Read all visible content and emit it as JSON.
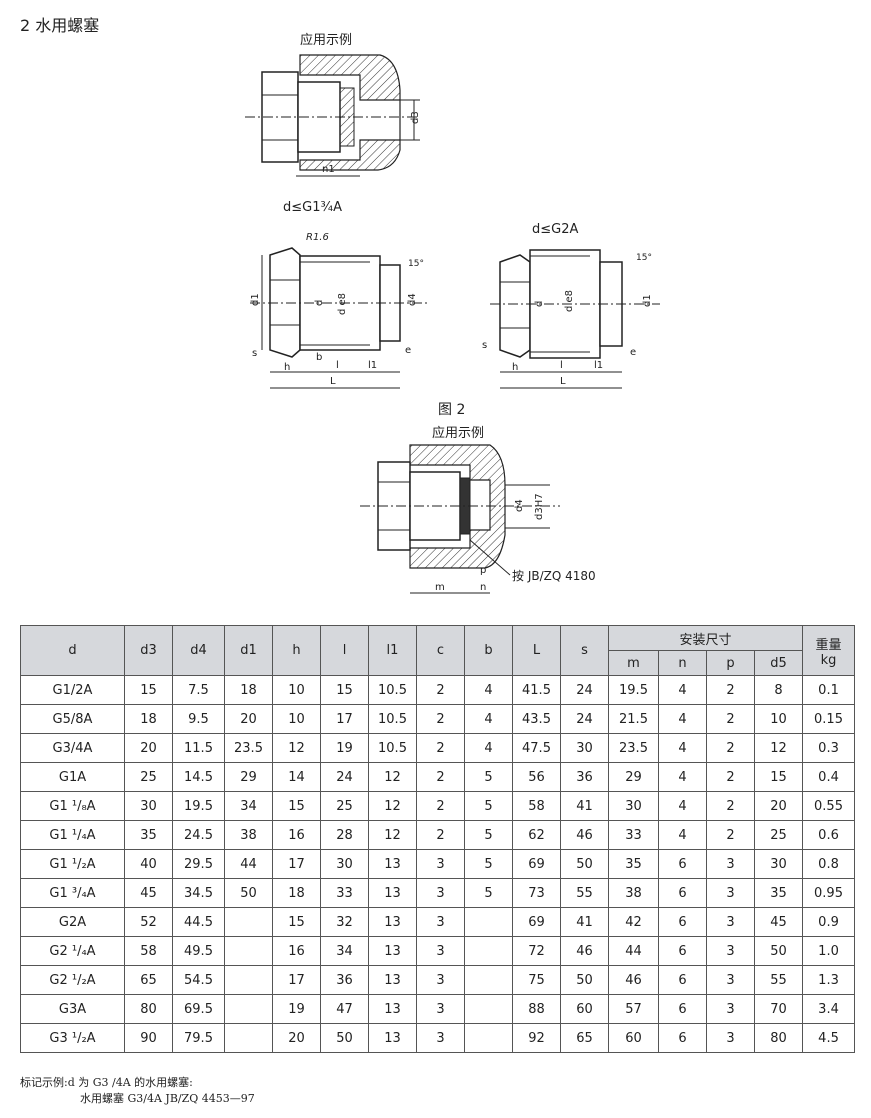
{
  "heading": "2 水用螺塞",
  "figure": {
    "example_label_top": "应用示例",
    "caption_left": "d≤G1¾A",
    "caption_right": "d≤G2A",
    "figure_title": "图 2",
    "example_label_bottom": "应用示例",
    "standard_callout": "按 JB/ZQ  4180",
    "dims": {
      "r": "R1.6",
      "d1": "d1",
      "d": "d",
      "de8": "d e8",
      "d4": "d4",
      "d3": "d3",
      "d3h7": "d3H7",
      "s": "s",
      "h": "h",
      "b": "b",
      "l": "l",
      "l1": "l1",
      "L": "L",
      "e": "e",
      "angle": "15°",
      "n": "n",
      "n1": "n1",
      "m": "m",
      "p": "p"
    }
  },
  "table": {
    "headers": [
      "d",
      "d3",
      "d4",
      "d1",
      "h",
      "l",
      "l1",
      "c",
      "b",
      "L",
      "s"
    ],
    "install_group": "安装尺寸",
    "install_headers": [
      "m",
      "n",
      "p",
      "d5"
    ],
    "weight_header": "重量",
    "weight_unit": "kg",
    "rows": [
      [
        "G1/2A",
        "15",
        "7.5",
        "18",
        "10",
        "15",
        "10.5",
        "2",
        "4",
        "41.5",
        "24",
        "19.5",
        "4",
        "2",
        "8",
        "0.1"
      ],
      [
        "G5/8A",
        "18",
        "9.5",
        "20",
        "10",
        "17",
        "10.5",
        "2",
        "4",
        "43.5",
        "24",
        "21.5",
        "4",
        "2",
        "10",
        "0.15"
      ],
      [
        "G3/4A",
        "20",
        "11.5",
        "23.5",
        "12",
        "19",
        "10.5",
        "2",
        "4",
        "47.5",
        "30",
        "23.5",
        "4",
        "2",
        "12",
        "0.3"
      ],
      [
        "G1A",
        "25",
        "14.5",
        "29",
        "14",
        "24",
        "12",
        "2",
        "5",
        "56",
        "36",
        "29",
        "4",
        "2",
        "15",
        "0.4"
      ],
      [
        "G1 ¹/₈A",
        "30",
        "19.5",
        "34",
        "15",
        "25",
        "12",
        "2",
        "5",
        "58",
        "41",
        "30",
        "4",
        "2",
        "20",
        "0.55"
      ],
      [
        "G1 ¹/₄A",
        "35",
        "24.5",
        "38",
        "16",
        "28",
        "12",
        "2",
        "5",
        "62",
        "46",
        "33",
        "4",
        "2",
        "25",
        "0.6"
      ],
      [
        "G1 ¹/₂A",
        "40",
        "29.5",
        "44",
        "17",
        "30",
        "13",
        "3",
        "5",
        "69",
        "50",
        "35",
        "6",
        "3",
        "30",
        "0.8"
      ],
      [
        "G1 ³/₄A",
        "45",
        "34.5",
        "50",
        "18",
        "33",
        "13",
        "3",
        "5",
        "73",
        "55",
        "38",
        "6",
        "3",
        "35",
        "0.95"
      ],
      [
        "G2A",
        "52",
        "44.5",
        "",
        "15",
        "32",
        "13",
        "3",
        "",
        "69",
        "41",
        "42",
        "6",
        "3",
        "45",
        "0.9"
      ],
      [
        "G2 ¹/₄A",
        "58",
        "49.5",
        "",
        "16",
        "34",
        "13",
        "3",
        "",
        "72",
        "46",
        "44",
        "6",
        "3",
        "50",
        "1.0"
      ],
      [
        "G2 ¹/₂A",
        "65",
        "54.5",
        "",
        "17",
        "36",
        "13",
        "3",
        "",
        "75",
        "50",
        "46",
        "6",
        "3",
        "55",
        "1.3"
      ],
      [
        "G3A",
        "80",
        "69.5",
        "",
        "19",
        "47",
        "13",
        "3",
        "",
        "88",
        "60",
        "57",
        "6",
        "3",
        "70",
        "3.4"
      ],
      [
        "G3 ¹/₂A",
        "90",
        "79.5",
        "",
        "20",
        "50",
        "13",
        "3",
        "",
        "92",
        "65",
        "60",
        "6",
        "3",
        "80",
        "4.5"
      ]
    ]
  },
  "note": {
    "line1": "标记示例:d 为 G3 /4A 的水用螺塞:",
    "line2": "水用螺塞 G3/4A   JB/ZQ 4453—97"
  }
}
